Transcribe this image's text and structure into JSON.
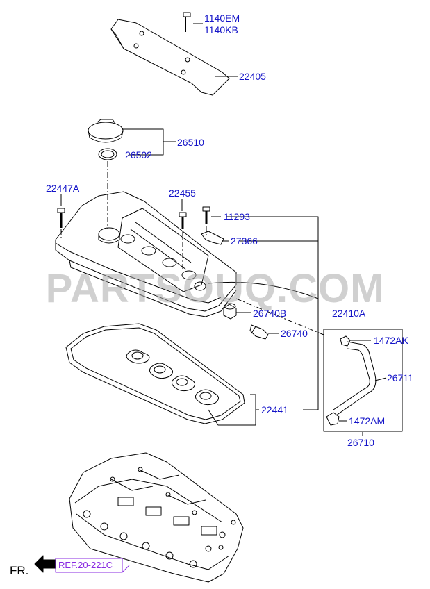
{
  "colors": {
    "label_blue": "#1414c8",
    "ref_purple": "#8a2be2",
    "line_black": "#000000",
    "watermark_gray": "#aaaaaa"
  },
  "watermark": "PARTSOUQ.COM",
  "labels": {
    "p1140em": "1140EM",
    "p1140kb": "1140KB",
    "p22405": "22405",
    "p26510": "26510",
    "p26502": "26502",
    "p22447a": "22447A",
    "p22455": "22455",
    "p11293": "11293",
    "p27366": "27366",
    "p26740b": "26740B",
    "p22410a": "22410A",
    "p26740": "26740",
    "p1472ak": "1472AK",
    "p26711": "26711",
    "p22441": "22441",
    "p1472am": "1472AM",
    "p26710": "26710"
  },
  "footer": {
    "front": "FR.",
    "ref": "REF.20-221C"
  }
}
